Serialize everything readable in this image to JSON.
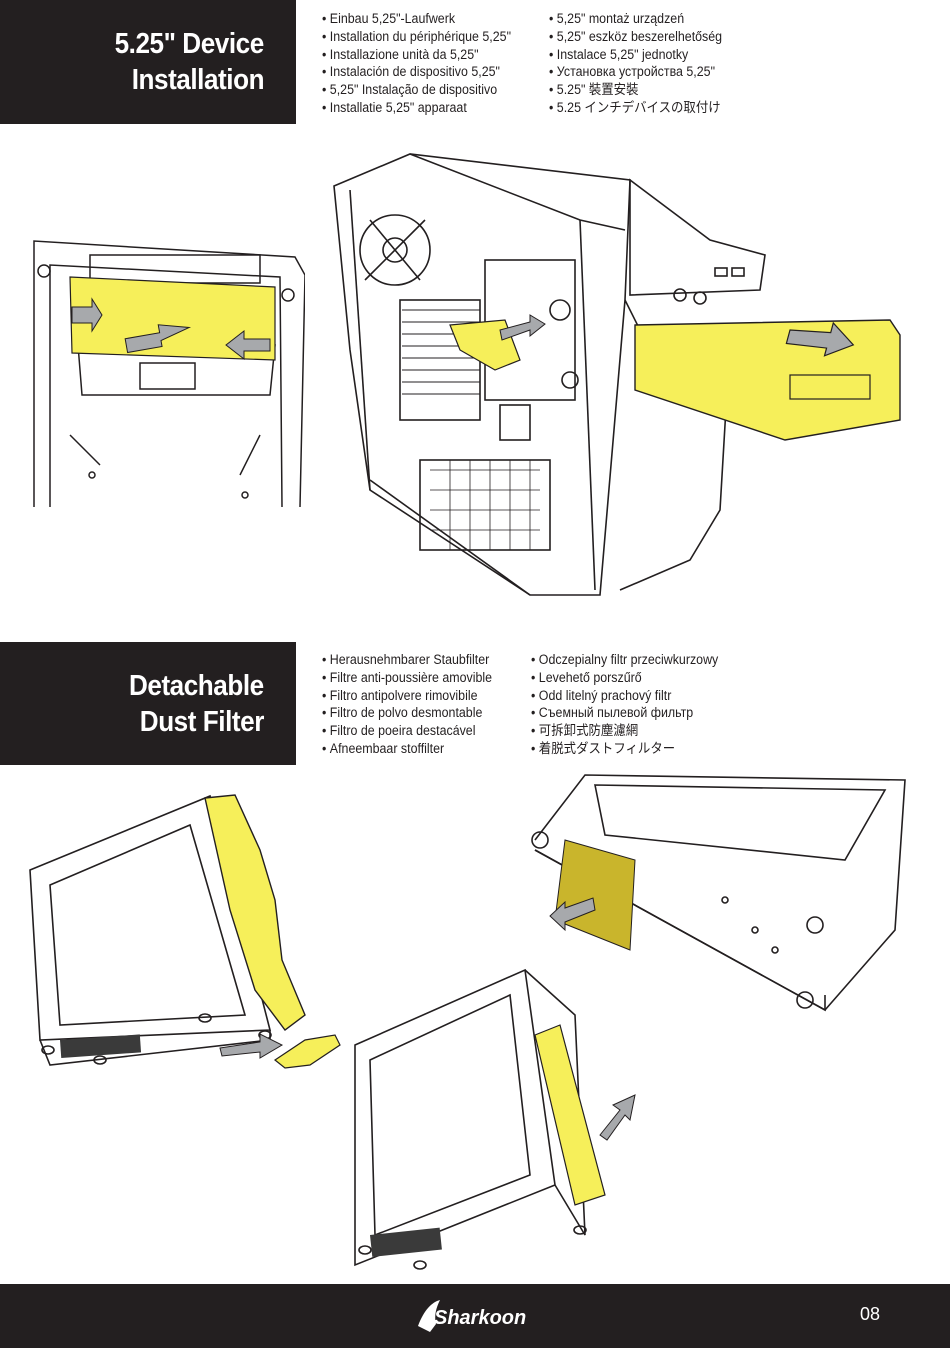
{
  "section1": {
    "title_line1": "5.25\" Device",
    "title_line2": "Installation",
    "col1": [
      "Einbau 5,25\"-Laufwerk",
      "Installation du périphérique 5,25\"",
      "Installazione unità da 5,25\"",
      "Instalación de dispositivo 5,25\"",
      "5,25\" Instalação de dispositivo",
      "Installatie 5,25\" apparaat"
    ],
    "col2": [
      "5,25\" montaż urządzeń",
      "5,25\" eszköz beszerelhetőség",
      "Instalace 5,25\" jednotky",
      "Установка устройства 5,25\"",
      "5.25\" 裝置安裝",
      "5.25 インチデバイスの取付け"
    ]
  },
  "section2": {
    "title_line1": "Detachable",
    "title_line2": "Dust Filter",
    "col1": [
      "Herausnehmbarer Staubfilter",
      "Filtre anti-poussière amovible",
      "Filtro antipolvere rimovibile",
      "Filtro de polvo desmontable",
      "Filtro de poeira destacável",
      "Afneembaar stoffilter"
    ],
    "col2": [
      "Odczepialny filtr przeciwkurzowy",
      "Levehető porszűrő",
      "Odd litelný prachový filtr",
      "Съемный пылевой фильтр",
      "可拆卸式防塵濾網",
      "着脱式ダストフィルター"
    ]
  },
  "footer": {
    "page_number": "08",
    "logo_text": "Sharkoon"
  },
  "colors": {
    "dark": "#231f20",
    "accent_yellow": "#f6ef5a",
    "arrow_gray": "#a7a9ac"
  }
}
